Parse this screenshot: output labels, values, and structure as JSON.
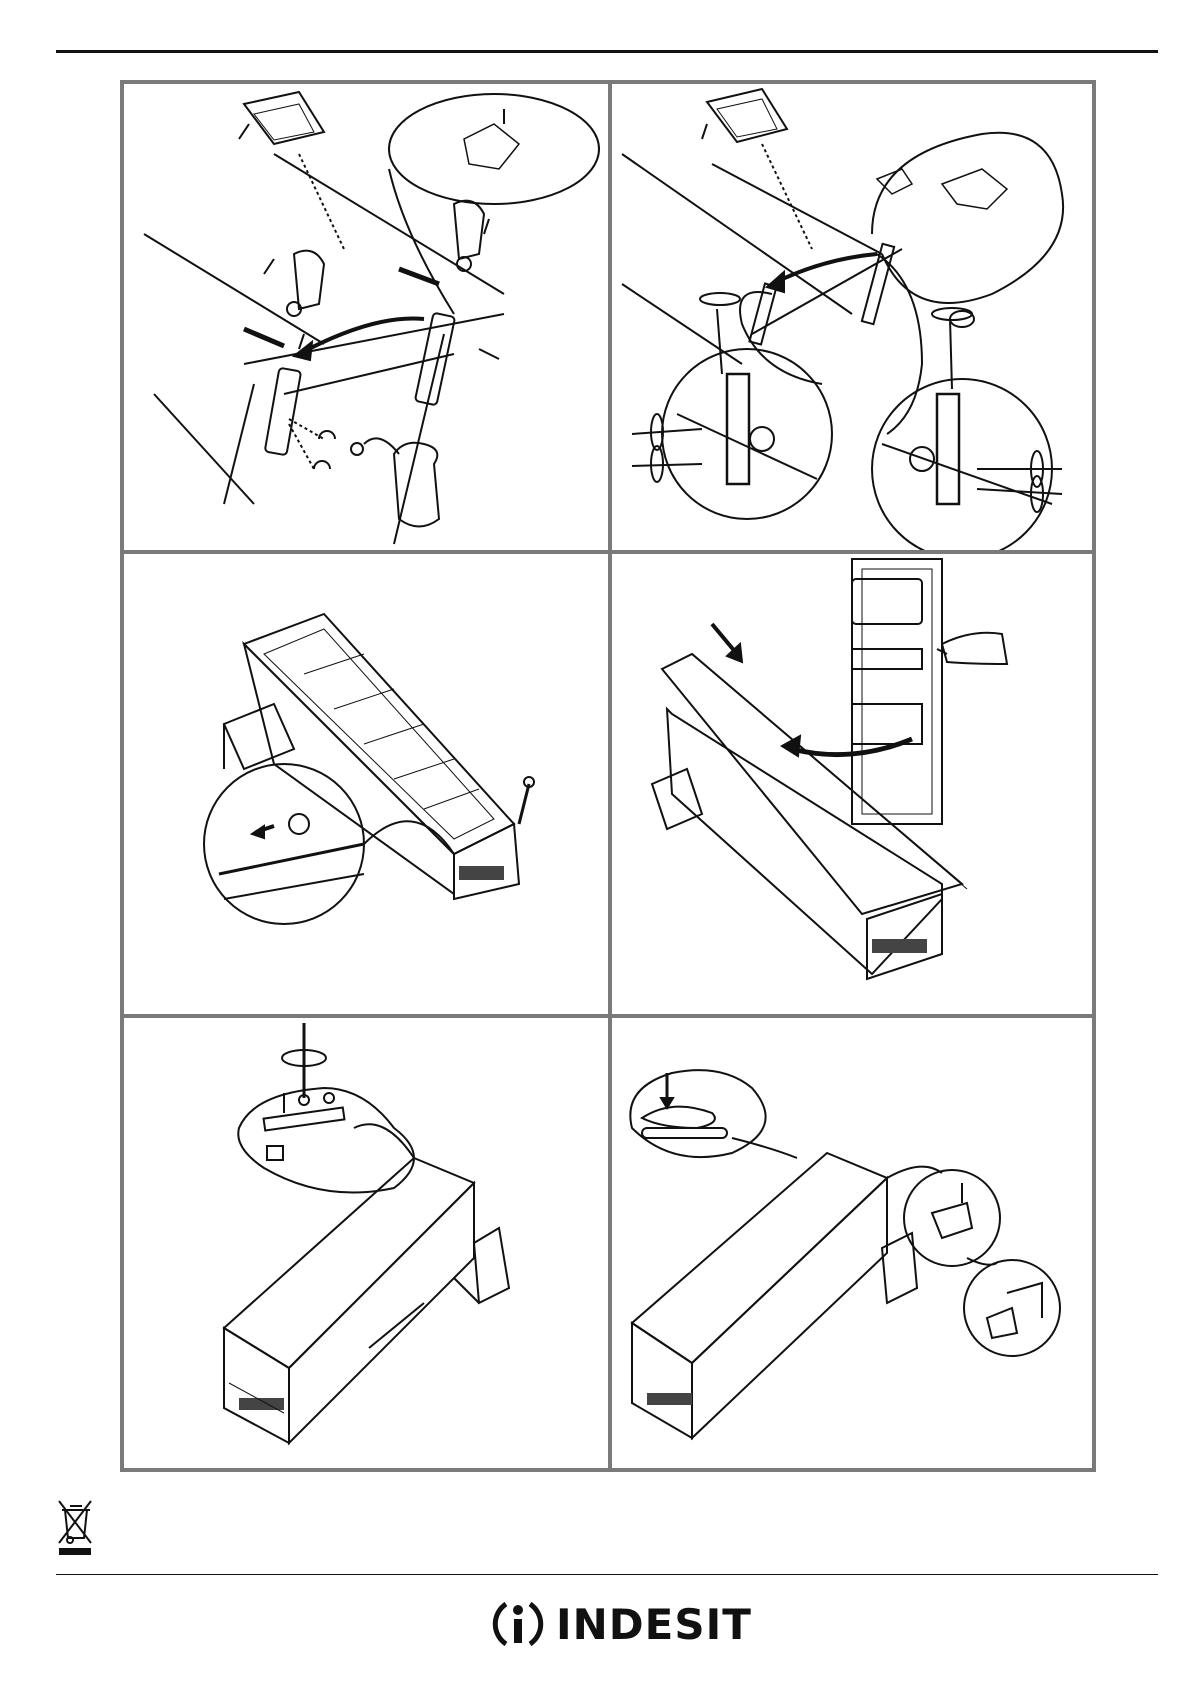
{
  "brand": {
    "name": "INDESIT",
    "logo_icon": "indesit-logo-icon"
  },
  "icons": {
    "disposal": "crossed-out-wheelie-bin-icon"
  },
  "panels": [
    {
      "id": "door-hinge-removal",
      "row": 1,
      "col": 1
    },
    {
      "id": "hinge-reinstall",
      "row": 1,
      "col": 2
    },
    {
      "id": "plug-removal",
      "row": 2,
      "col": 1
    },
    {
      "id": "door-refit",
      "row": 2,
      "col": 2
    },
    {
      "id": "top-hinge-screw",
      "row": 3,
      "col": 1
    },
    {
      "id": "cap-placement",
      "row": 3,
      "col": 2
    }
  ]
}
